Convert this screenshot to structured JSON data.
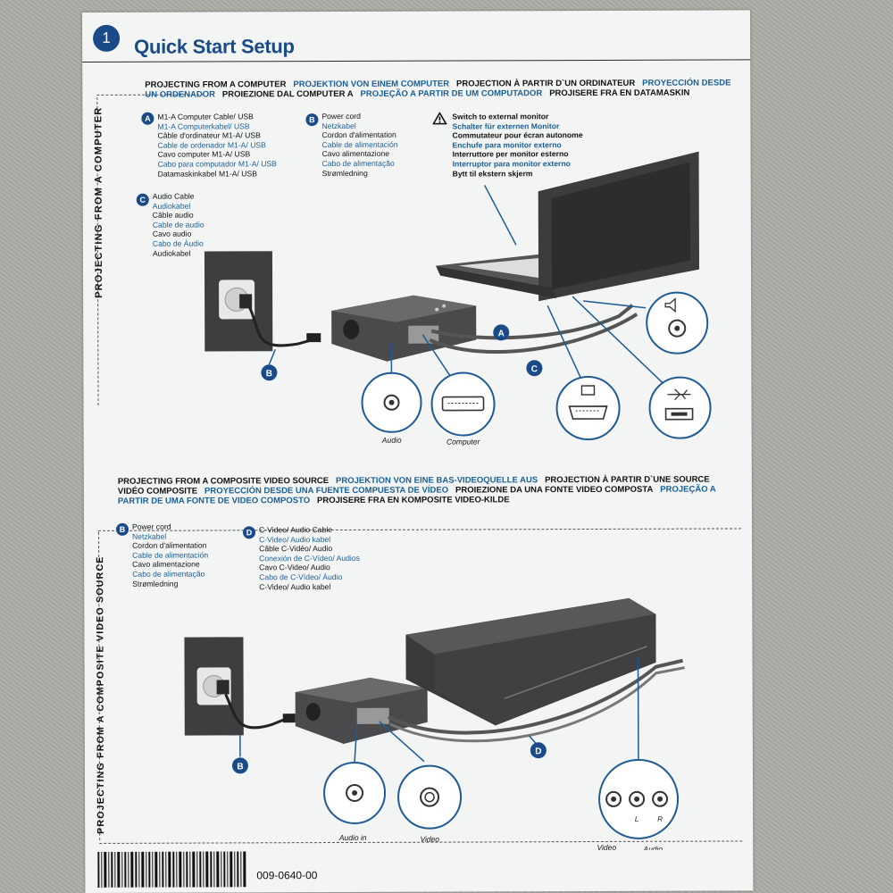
{
  "header": {
    "step_number": "1",
    "title": "Quick Start Setup"
  },
  "section_computer": {
    "side_label": "PROJECTING FROM A COMPUTER",
    "languages": [
      "PROJECTING FROM A COMPUTER",
      "PROJEKTION VON EINEM COMPUTER",
      "PROJECTION À PARTIR D`UN ORDINATEUR",
      "PROYECCIÓN DESDE UN ORDENADOR",
      "PROIEZIONE DAL COMPUTER A",
      "PROJEÇÃO A PARTIR DE UM COMPUTADOR",
      "PROJISERE FRA EN DATAMASKIN"
    ],
    "item_a": {
      "badge": "A",
      "lines": [
        "M1-A Computer Cable/ USB",
        "M1-A Computerkabel/ USB",
        "Câble d'ordinateur M1-A/ USB",
        "Cable de ordenador M1-A/ USB",
        "Cavo computer M1-A/ USB",
        "Cabo para computador M1-A/ USB",
        "Datamaskinkabel M1-A/ USB"
      ]
    },
    "item_b": {
      "badge": "B",
      "lines": [
        "Power cord",
        "Netzkabel",
        "Cordon d'alimentation",
        "Cable de alimentación",
        "Cavo alimentazione",
        "Cabo de alimentação",
        "Strømledning"
      ]
    },
    "item_c": {
      "badge": "C",
      "lines": [
        "Audio Cable",
        "Audiokabel",
        "Câble audio",
        "Cable de audio",
        "Cavo audio",
        "Cabo de Áudio",
        "Audiokabel"
      ]
    },
    "warning": {
      "icon": "warning-triangle-icon",
      "lines": [
        "Switch to external monitor",
        "Schalter für externen Monitor",
        "Commutateur pour écran autonome",
        "Enchufe para monitor externo",
        "Interruttore per monitor esterno",
        "Interruptor para monitor externo",
        "Bytt til ekstern skjerm"
      ]
    },
    "callouts": {
      "audio": "Audio",
      "computer": "Computer",
      "badge_a": "A",
      "badge_b": "B",
      "badge_c": "C"
    },
    "port_icons": [
      "speaker-icon",
      "monitor-icon",
      "vga-port-icon",
      "usb-icon",
      "usb-port-icon",
      "audio-jack-icon",
      "dvi-port-icon"
    ]
  },
  "section_video": {
    "side_label": "PROJECTING FROM A COMPOSITE VIDEO SOURCE",
    "languages": [
      "PROJECTING FROM A COMPOSITE VIDEO SOURCE",
      "PROJEKTION VON EINE BAS-VIDEOQUELLE AUS",
      "PROJECTION À PARTIR D`UNE SOURCE VIDÉO COMPOSITE",
      "PROYECCIÓN DESDE UNA FUENTE COMPUESTA DE VÍDEO",
      "PROIEZIONE DA UNA FONTE VIDEO COMPOSTA",
      "PROJEÇÃO A PARTIR DE UMA FONTE DE VIDEO COMPOSTO",
      "PROJISERE FRA EN KOMPOSITE VIDEO-KILDE"
    ],
    "item_b": {
      "badge": "B",
      "lines": [
        "Power cord",
        "Netzkabel",
        "Cordon d'alimentation",
        "Cable de alimentación",
        "Cavo alimentazione",
        "Cabo de alimentação",
        "Strømledning"
      ]
    },
    "item_d": {
      "badge": "D",
      "lines": [
        "C-Video/ Audio Cable",
        "C-Video/ Audio kabel",
        "Câble C-Vidéo/ Audio",
        "Conexión de C-Vídeo/ Audios",
        "Cavo C-Video/ Audio",
        "Cabo de C-Vídeo/ Áudio",
        "C-Video/ Audio kabel"
      ]
    },
    "callouts": {
      "audio_in": "Audio in",
      "video": "Video",
      "video_bottom": "Video",
      "audio_bottom": "Audio",
      "l": "L",
      "r": "R",
      "badge_b": "B",
      "badge_d": "D"
    }
  },
  "footer": {
    "part_number": "009-0640-00"
  },
  "colors": {
    "brand_blue": "#1a4a88",
    "text_blue": "#1a5e96",
    "line_blue": "#1f5a94",
    "device_gray": "#4a4a4c"
  }
}
